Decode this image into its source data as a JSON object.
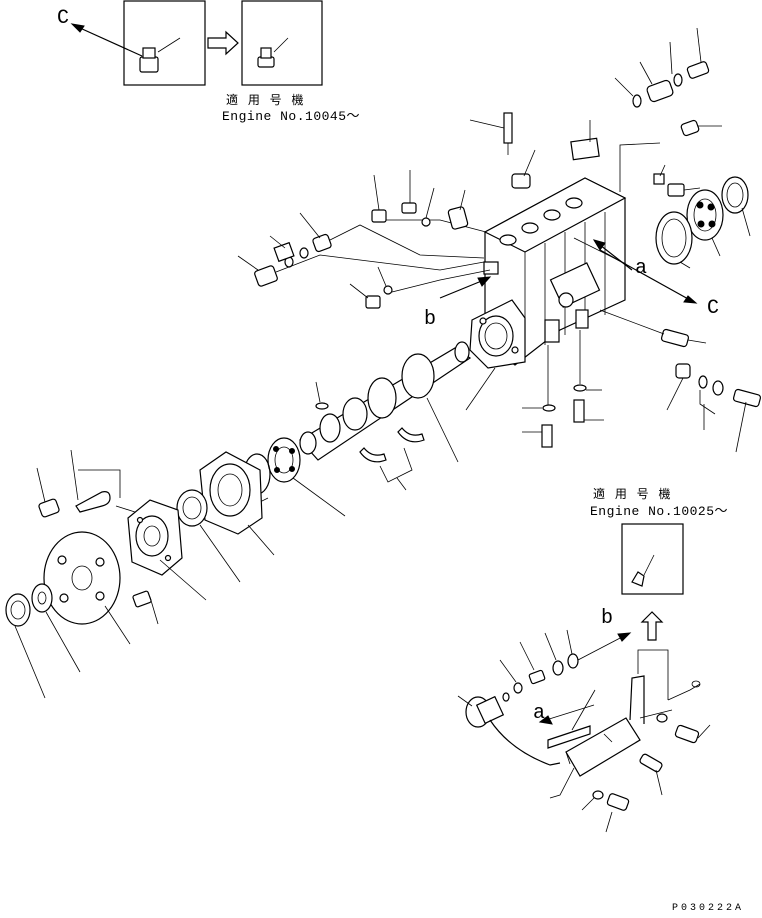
{
  "labels": {
    "view_c": "C",
    "arrow_a_body": "a",
    "arrow_b_body": "b",
    "arrow_c_body": "C",
    "arrow_a_bracket": "a",
    "arrow_b_bracket": "b"
  },
  "notes": {
    "top_applicable": "適 用 号 機",
    "top_engine": "Engine No.10045～",
    "right_applicable": "適 用 号 機",
    "right_engine": "Engine No.10025～"
  },
  "drawing_code": "P030222A"
}
